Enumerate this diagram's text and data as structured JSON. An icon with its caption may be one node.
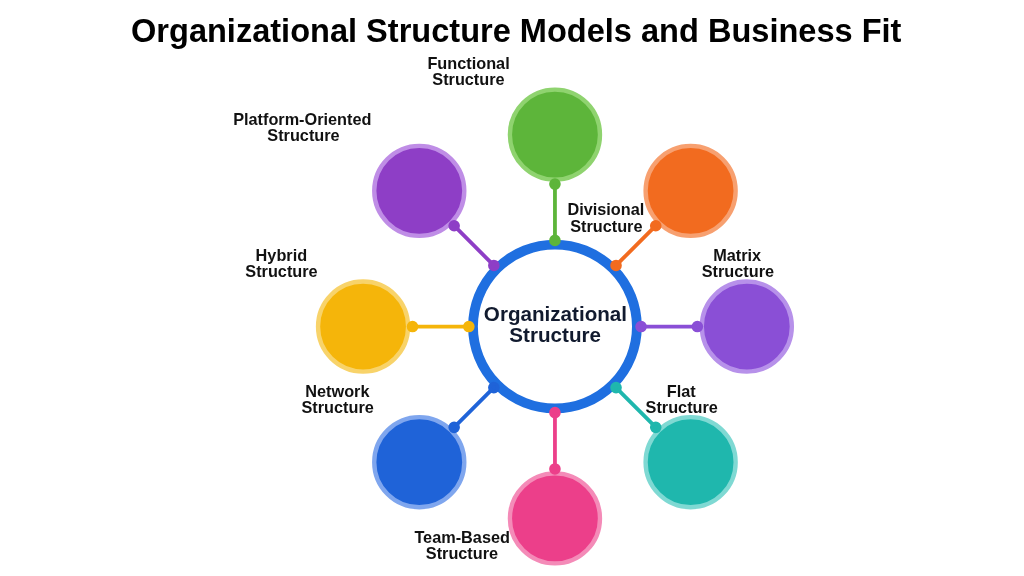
{
  "diagram": {
    "title": "Organizational Structure Models and Business Fit",
    "nodes": [
      {
        "text": [
          "Organizational Structure"
        ]
      },
      {
        "text": [
          "Functional Structure"
        ]
      },
      {
        "text": [
          "Divisional Structure"
        ]
      },
      {
        "text": [
          "Matrix Structure"
        ]
      },
      {
        "text": [
          "Flat Structure"
        ]
      },
      {
        "text": [
          "Team-Based Structure"
        ]
      },
      {
        "text": [
          "Network Structure"
        ]
      },
      {
        "text": [
          "Hybrid Structure"
        ]
      },
      {
        "text": [
          "Platform-Oriented Structure"
        ]
      }
    ],
    "edges": [
      {
        "from": 0,
        "to": 1,
        "arrow": "other",
        "color": "#5db53a"
      },
      {
        "from": 0,
        "to": 2,
        "arrow": "other",
        "color": "#f26b1f"
      },
      {
        "from": 0,
        "to": 3,
        "arrow": "other",
        "color": "#8a4fd6"
      },
      {
        "from": 0,
        "to": 4,
        "arrow": "other",
        "color": "#1fb7ad"
      },
      {
        "from": 0,
        "to": 5,
        "arrow": "other",
        "color": "#ec3f8a"
      },
      {
        "from": 0,
        "to": 6,
        "arrow": "other",
        "color": "#1f63d8"
      },
      {
        "from": 0,
        "to": 7,
        "arrow": "other",
        "color": "#f5b50a"
      },
      {
        "from": 0,
        "to": 8,
        "arrow": "other",
        "color": "#8e3ec6"
      }
    ]
  }
}
